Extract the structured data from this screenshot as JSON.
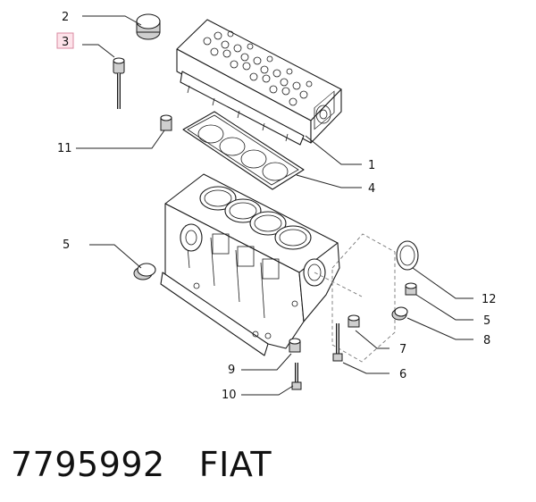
{
  "callouts": {
    "c1": "1",
    "c2": "2",
    "c3": "3",
    "c4": "4",
    "c5a": "5",
    "c5b": "5",
    "c6": "6",
    "c7": "7",
    "c8": "8",
    "c9": "9",
    "c10": "10",
    "c11": "11",
    "c12": "12"
  },
  "caption": {
    "part_number": "7795992",
    "brand": "FIAT"
  },
  "colors": {
    "highlight": "#fde3ea",
    "line": "#1a1a1a"
  }
}
